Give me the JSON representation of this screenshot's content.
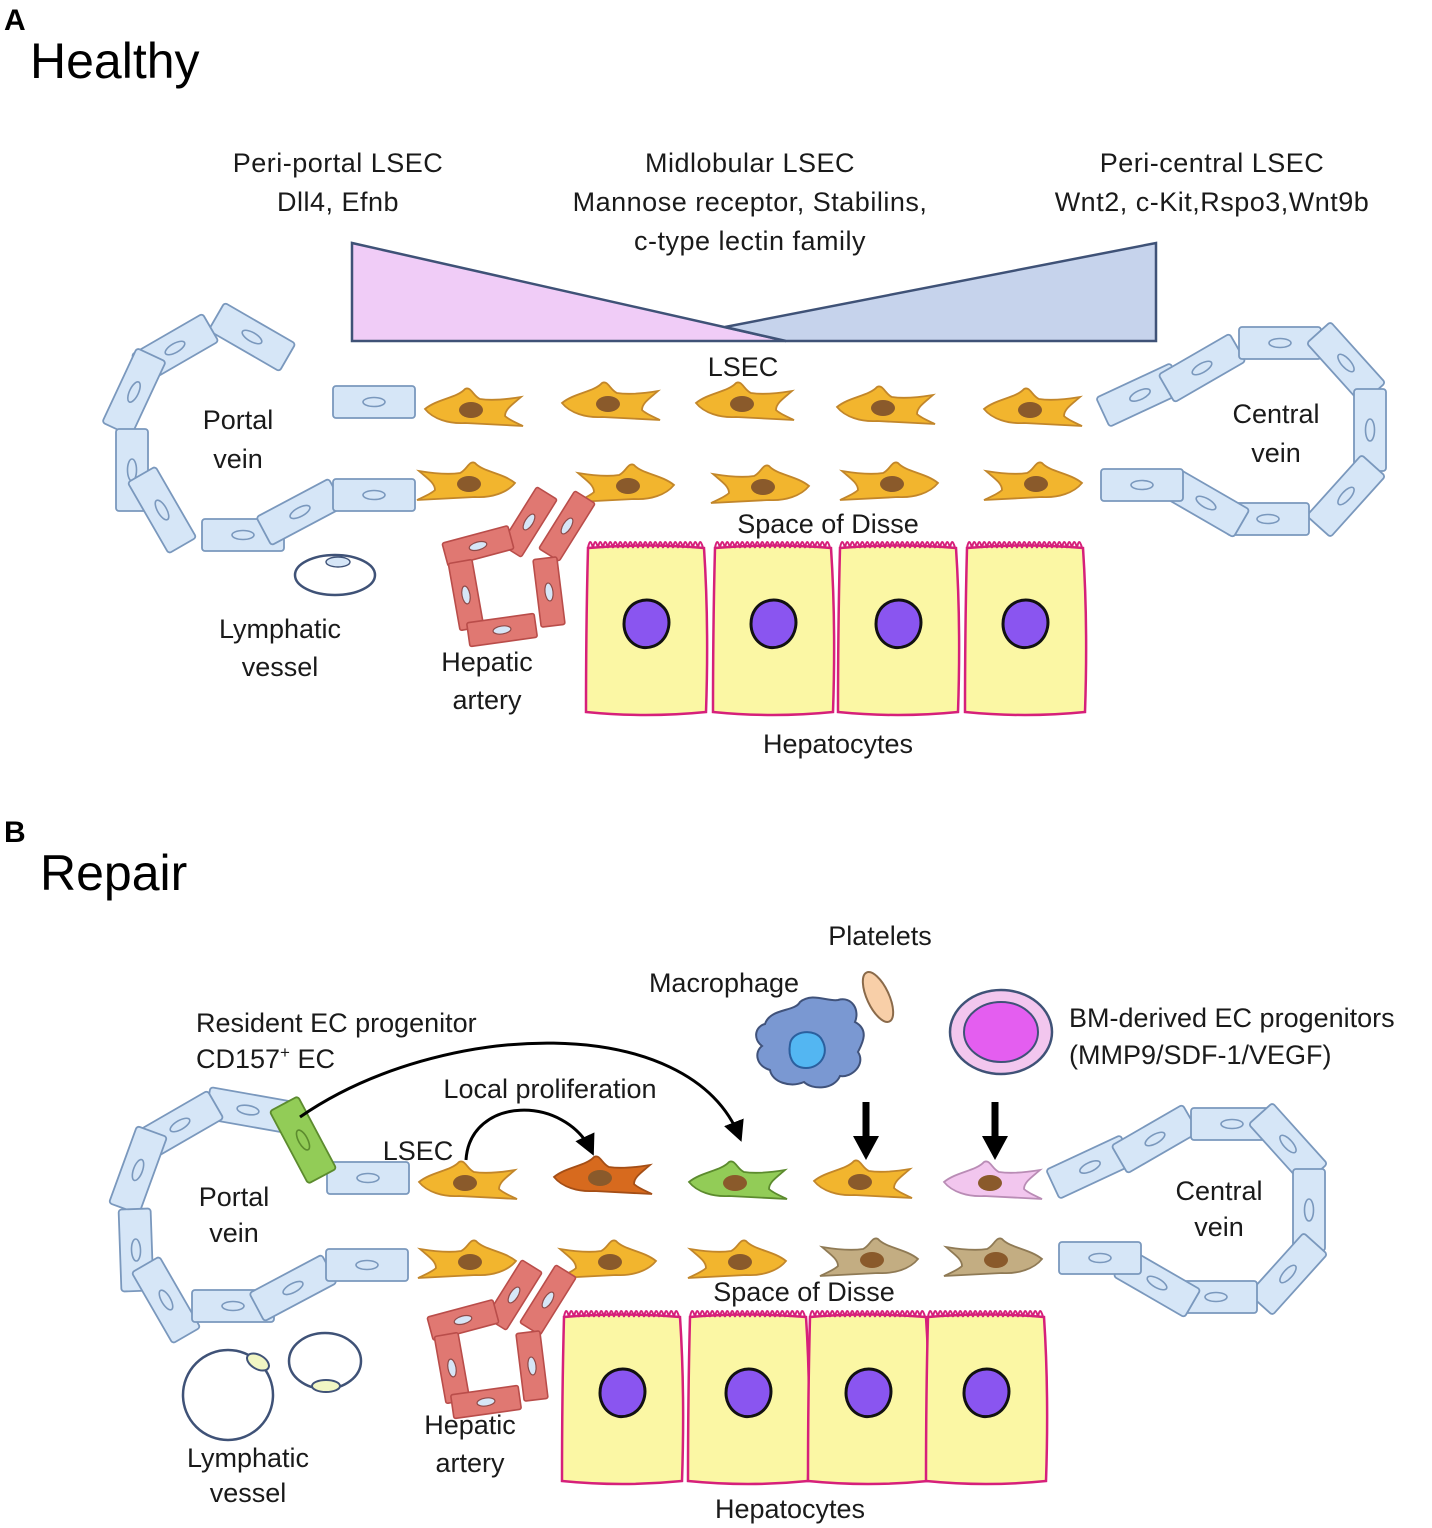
{
  "panels": [
    {
      "letter": "A",
      "title": "Healthy"
    },
    {
      "letter": "B",
      "title": "Repair"
    }
  ],
  "healthy": {
    "zones": [
      {
        "line1": "Peri-portal  LSEC",
        "line2": "Dll4,  Efnb",
        "line3": ""
      },
      {
        "line1": "Midlobular  LSEC",
        "line2": "Mannose  receptor,  Stabilins,",
        "line3": "c-type  lectin  family"
      },
      {
        "line1": "Peri-central  LSEC",
        "line2": "Wnt2,  c-Kit,Rspo3,Wnt9b",
        "line3": ""
      }
    ],
    "lsec": "LSEC",
    "portal": [
      "Portal",
      "vein"
    ],
    "central": [
      "Central",
      "vein"
    ],
    "disse": "Space  of  Disse",
    "lymphatic": [
      "Lymphatic",
      "vessel"
    ],
    "artery": [
      "Hepatic",
      "artery"
    ],
    "hepatocytes": "Hepatocytes"
  },
  "repair": {
    "platelets": "Platelets",
    "macrophage": "Macrophage",
    "resident": [
      "Resident  EC  progenitor",
      "CD157",
      "+",
      " EC"
    ],
    "local": "Local  proliferation",
    "bm": [
      "BM-derived  EC  progenitors",
      "(MMP9/SDF-1/VEGF)"
    ],
    "lsec": "LSEC",
    "portal": [
      "Portal",
      "vein"
    ],
    "central": [
      "Central",
      "vein"
    ],
    "disse": "Space  of  Disse",
    "lymphatic": [
      "Lymphatic",
      "vessel"
    ],
    "artery": [
      "Hepatic",
      "artery"
    ],
    "hepatocytes": "Hepatocytes"
  },
  "colors": {
    "lsec": "#f2b52e",
    "lsec_stroke": "#c2862a",
    "nucleus": "#8a5a2b",
    "vein": "#d6e6f7",
    "vein_stroke": "#7a98bd",
    "artery": "#e07872",
    "hepatocyte": "#fbf7a4",
    "hepatocyte_stroke": "#d6207a",
    "hep_nucleus": "#8a55f0",
    "periportal": "#f0ccf7",
    "pericentral": "#c6d3ec",
    "proliferating": "#d76a1e",
    "progenitor": "#92cc57",
    "bm_cell": "#f2c6ee",
    "quiescent": "#c3ad82",
    "macrophage": "#7a98d2",
    "platelet": "#f8cfa8",
    "bm_progenitor": "#e45ef0"
  }
}
